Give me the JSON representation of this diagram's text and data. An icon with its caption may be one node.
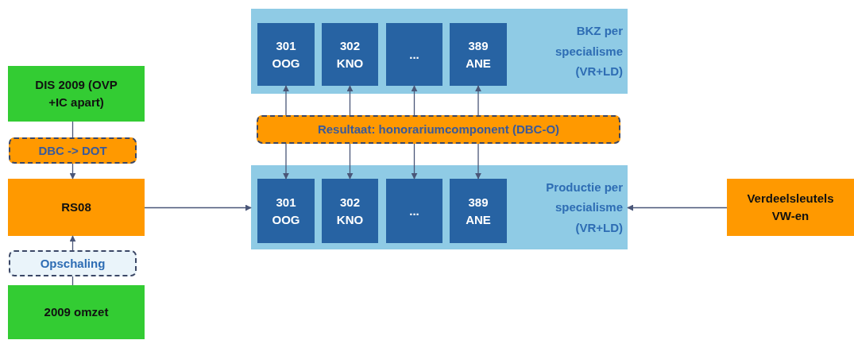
{
  "diagram": {
    "nodes": [
      {
        "text": [
          "DIS 2009 (OVP +IC  apart)"
        ]
      },
      {
        "text": [
          "DBC -> DOT"
        ]
      },
      {
        "text": [
          "RS08"
        ]
      },
      {
        "text": [
          "Opschaling"
        ]
      },
      {
        "text": [
          "2009 omzet"
        ]
      },
      {
        "text": [
          "BKZ per specialisme (VR+LD)"
        ]
      },
      {
        "text": [
          "301 OOG"
        ],
        "in": 5
      },
      {
        "text": [
          "302 KNO"
        ],
        "in": 5
      },
      {
        "text": [
          "..."
        ],
        "in": 5
      },
      {
        "text": [
          "389 ANE"
        ],
        "in": 5
      },
      {
        "text": [
          "Resultaat: honorariumcomponent (DBC-O)"
        ]
      },
      {
        "text": [
          "Productie per specialisme (VR+LD)"
        ]
      },
      {
        "text": [
          "301 OOG"
        ],
        "in": 11
      },
      {
        "text": [
          "302 KNO"
        ],
        "in": 11
      },
      {
        "text": [
          "..."
        ],
        "in": 11
      },
      {
        "text": [
          "389 ANE"
        ],
        "in": 11
      },
      {
        "text": [
          "Verdeelsleutels VW-en"
        ]
      }
    ],
    "edges": [
      {
        "from": 0,
        "to": 1,
        "arrow": "none"
      },
      {
        "from": 1,
        "to": 2,
        "arrow": "to"
      },
      {
        "from": 4,
        "to": 3,
        "arrow": "none"
      },
      {
        "from": 3,
        "to": 2,
        "arrow": "to"
      },
      {
        "from": 2,
        "to": 11,
        "arrow": "to"
      },
      {
        "from": 16,
        "to": 11,
        "arrow": "to"
      },
      {
        "from": 10,
        "to": 6,
        "arrow": "to"
      },
      {
        "from": 10,
        "to": 7,
        "arrow": "to"
      },
      {
        "from": 10,
        "to": 8,
        "arrow": "to"
      },
      {
        "from": 10,
        "to": 9,
        "arrow": "to"
      },
      {
        "from": 10,
        "to": 12,
        "arrow": "to"
      },
      {
        "from": 10,
        "to": 13,
        "arrow": "to"
      },
      {
        "from": 10,
        "to": 14,
        "arrow": "to"
      },
      {
        "from": 10,
        "to": 15,
        "arrow": "to"
      }
    ]
  }
}
